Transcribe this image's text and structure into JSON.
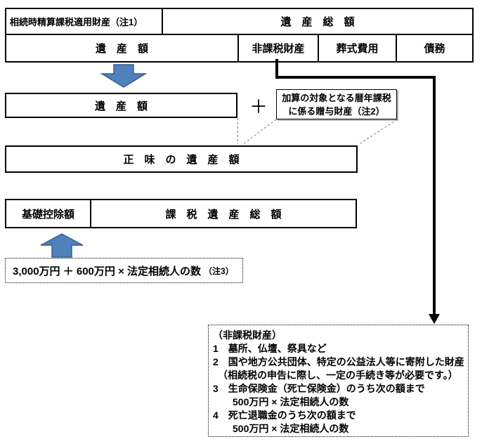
{
  "colors": {
    "arrow_fill": "#4F81BD",
    "arrow_stroke": "#36618E",
    "line_black": "#000000",
    "dash_gray": "#777777"
  },
  "top_table": {
    "settlement": "相続時精算課税適用財産（注1）",
    "gross_estate": "遺　産　総　額",
    "estate_amount": "遺　産　額",
    "nontaxable": "非課税財産",
    "funeral_cost": "葬式費用",
    "debts": "債務"
  },
  "middle": {
    "estate_amount": "遺　産　額",
    "plus_sign": "＋",
    "gift_box_line1": "加算の対象となる暦年課税",
    "gift_box_line2": "に係る贈与財産（注2）",
    "net_estate": "正　味　の　遺　産　額"
  },
  "deduction_row": {
    "basic_deduction": "基礎控除額",
    "taxable_estate": "課　税　遺　産　総　額"
  },
  "formula_box": {
    "formula": "3,000万円 ＋ 600万円 × 法定相続人の数",
    "note": "（注3）"
  },
  "nontaxable_note_box": {
    "lines": [
      "（非課税財産）",
      "1　墓所、仏壇、祭具など",
      "2　国や地方公共団体、特定の公益法人等に寄附した財産",
      "　（相続税の申告に際し、一定の手続き等が必要です。）",
      "3　生命保険金（死亡保険金）のうち次の額まで",
      "　　500万円 × 法定相続人の数",
      "4　死亡退職金のうち次の額まで",
      "　　500万円 × 法定相続人の数"
    ]
  }
}
